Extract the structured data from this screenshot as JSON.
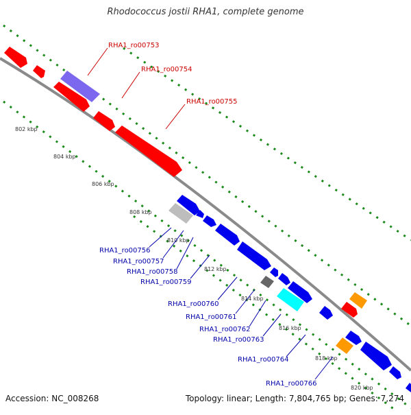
{
  "title": "Rhodococcus jostii RHA1, complete genome",
  "footer": {
    "accession": "Accession: NC_008268",
    "summary": "Topology: linear; Length: 7,804,765 bp; Genes: 7,274"
  },
  "colors": {
    "backbone": "#8a8a8a",
    "ruler": "#1a8a1a",
    "red": "#ff0000",
    "blue": "#0000ee",
    "purple": "#7b68ee",
    "gray": "#bdbdbd",
    "darkgray": "#666666",
    "cyan": "#00ffff",
    "orange": "#ff9900",
    "label_red": "#cc0000",
    "label_blue": "#0000aa"
  },
  "ruler": {
    "labels": [
      "802 kbp",
      "804 kbp",
      "806 kbp",
      "808 kbp",
      "810 kbp",
      "812 kbp",
      "814 kbp",
      "816 kbp",
      "818 kbp",
      "820 kbp"
    ]
  },
  "gene_labels": [
    {
      "text": "RHA1_ro00753",
      "color": "label_red"
    },
    {
      "text": "RHA1_ro00754",
      "color": "label_red"
    },
    {
      "text": "RHA1_ro00755",
      "color": "label_red"
    },
    {
      "text": "RHA1_ro00756",
      "color": "label_blue"
    },
    {
      "text": "RHA1_ro00757",
      "color": "label_blue"
    },
    {
      "text": "RHA1_ro00758",
      "color": "label_blue"
    },
    {
      "text": "RHA1_ro00759",
      "color": "label_blue"
    },
    {
      "text": "RHA1_ro00760",
      "color": "label_blue"
    },
    {
      "text": "RHA1_ro00761",
      "color": "label_blue"
    },
    {
      "text": "RHA1_ro00762",
      "color": "label_blue"
    },
    {
      "text": "RHA1_ro00763",
      "color": "label_blue"
    },
    {
      "text": "RHA1_ro00764",
      "color": "label_blue"
    },
    {
      "text": "RHA1_ro00766",
      "color": "label_blue"
    }
  ]
}
